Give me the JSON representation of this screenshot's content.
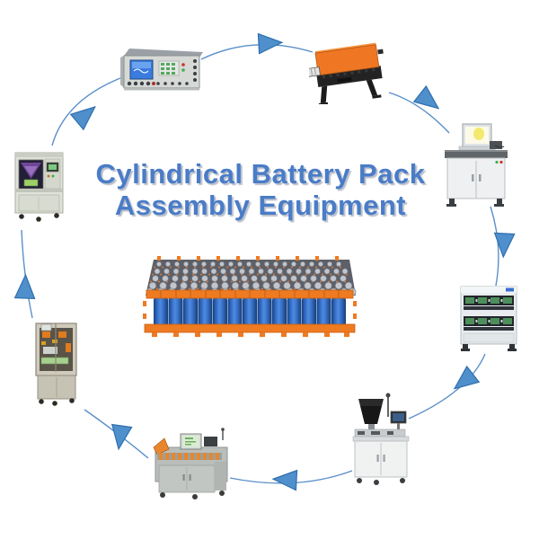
{
  "page": {
    "background": "#ffffff"
  },
  "title": {
    "line1": "Cylindrical Battery Pack",
    "line2": "Assembly Equipment",
    "color": "#4a7cc7"
  },
  "center_graphic": {
    "name": "cylindrical-battery-pack-module",
    "cell_color": "#3a75d4",
    "holder_color": "#ee7a22"
  },
  "flow": {
    "direction": "clockwise",
    "arrow_count": 8,
    "arrow_fill": "#4e8fcc",
    "arrow_outline": "#2f6fad",
    "line_color": "#5b8fc9"
  },
  "machines": [
    {
      "id": "laser-welding-machine",
      "position": "left"
    },
    {
      "id": "battery-capacity-tester",
      "position": "top-left"
    },
    {
      "id": "heat-shrink-tunnel-machine",
      "position": "top-right"
    },
    {
      "id": "testing-workstation",
      "position": "right-upper"
    },
    {
      "id": "aging-test-cabinet",
      "position": "right-lower"
    },
    {
      "id": "feeding-sorting-machine",
      "position": "bottom-right"
    },
    {
      "id": "battery-sorting-machine",
      "position": "bottom-center"
    },
    {
      "id": "spot-welding-machine",
      "position": "bottom-left"
    }
  ]
}
